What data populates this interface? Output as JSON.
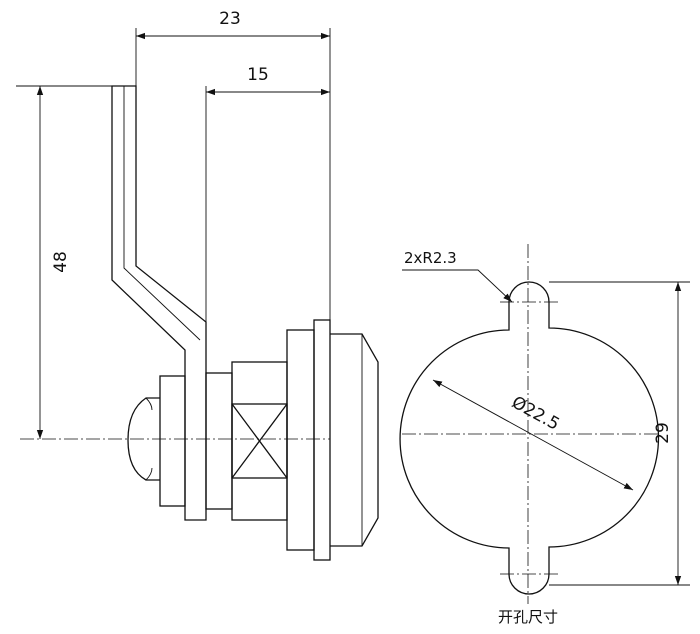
{
  "dimensions": {
    "width_overall": "23",
    "width_cam": "15",
    "height_cam": "48",
    "cutout_height": "29",
    "cutout_diameter": "Ø22.5",
    "cutout_radius": "2xR2.3"
  },
  "caption": "开孔尺寸"
}
